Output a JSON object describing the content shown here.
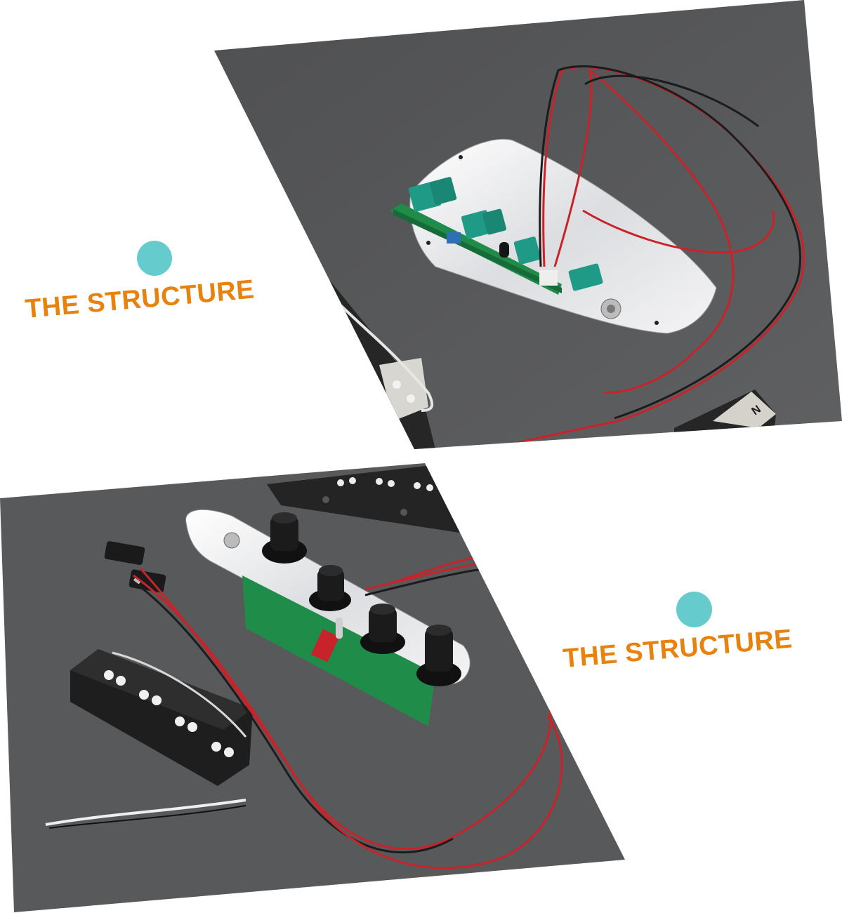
{
  "colors": {
    "background": "#ffffff",
    "panel": "#58595b",
    "caption": "#e8820e",
    "dot": "#66cbcc",
    "wire_red": "#c8232a",
    "wire_black": "#1c1c1c",
    "pcb_green": "#1f8c4a",
    "pot_teal": "#1f9a86",
    "chrome": "#e8e8ea"
  },
  "sections": [
    {
      "id": "top",
      "caption": "THE STRUCTURE",
      "photo": {
        "subject": "chrome control plate with active preamp circuit board, teal pots, wiring harness",
        "visible_label": "N"
      }
    },
    {
      "id": "bottom",
      "caption": "THE STRUCTURE",
      "photo": {
        "subject": "chrome control plate with four black knobs, toggle switch, 9V battery clip, jazz bass pickup"
      }
    }
  ]
}
